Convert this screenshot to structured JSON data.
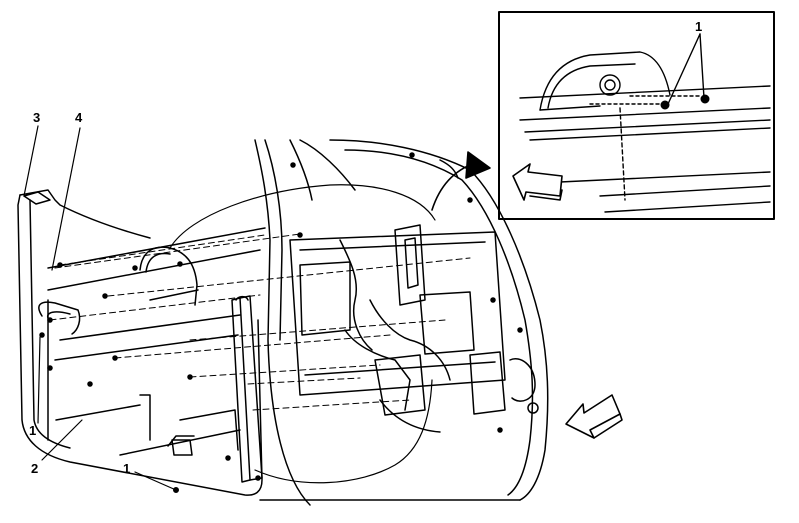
{
  "callouts": {
    "one_a": "1",
    "one_b": "1",
    "one_c": "1",
    "two": "2",
    "three": "3",
    "four": "4"
  }
}
